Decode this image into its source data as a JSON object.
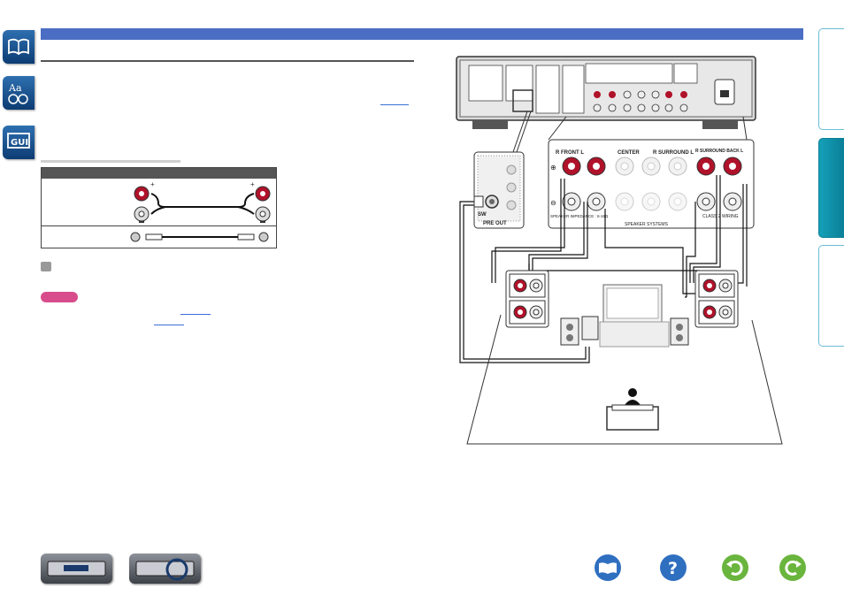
{
  "diagram": {
    "pre_out_label": "PRE OUT",
    "sw_label": "SW",
    "front_label": "R   FRONT   L",
    "center_label": "CENTER",
    "surround_label": "R   SURROUND   L",
    "surround_back_label": "R SURROUND BACK L",
    "speaker_impedance_label": "SPEAKER IMPEDANCE : 6-16Ω",
    "speaker_systems_label": "SPEAKER SYSTEMS",
    "class2_label": "CLASS 2 WIRING"
  },
  "colors": {
    "accent_bar": "#4b6ec4",
    "note_badge": "#d84c8c",
    "tab_active": "#0b7f98",
    "terminal_red": "#b0122a"
  }
}
